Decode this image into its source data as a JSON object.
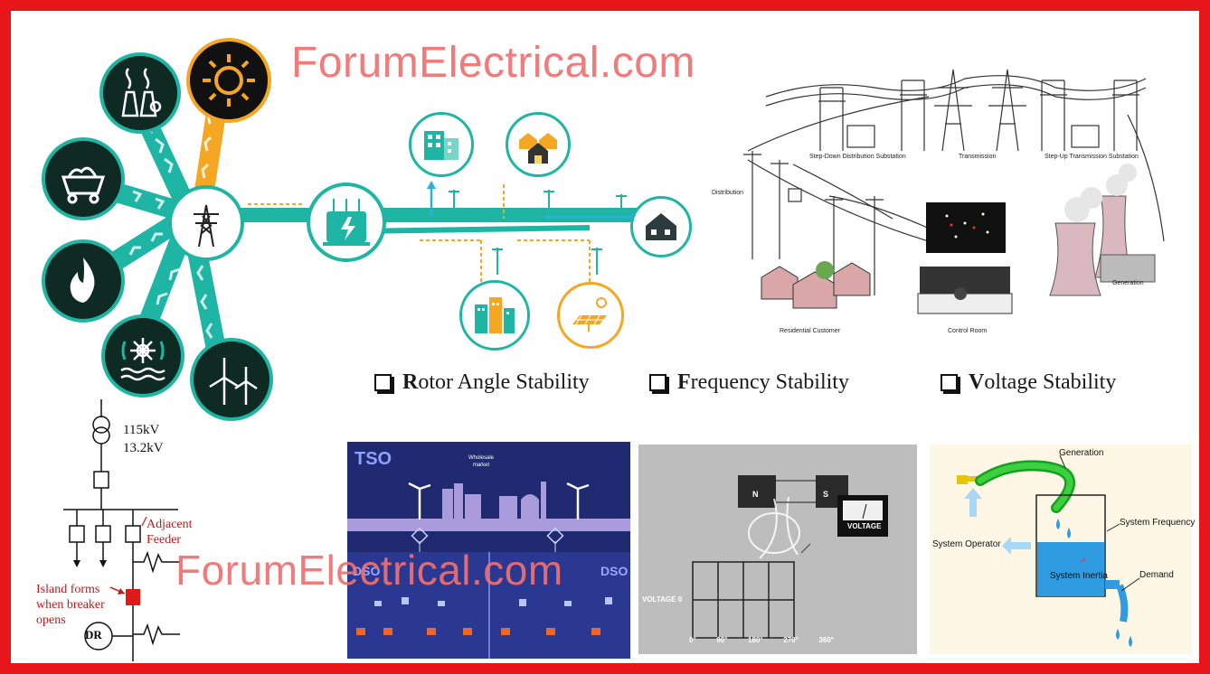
{
  "watermark_top": "ForumElectrical.com",
  "watermark_bottom": "ForumElectrical.com",
  "stability": {
    "rotor": {
      "first": "R",
      "rest": "otor Angle Stability"
    },
    "frequency": {
      "first": "F",
      "rest": "requency Stability"
    },
    "voltage": {
      "first": "V",
      "rest": "oltage Stability"
    }
  },
  "grid_illustration": {
    "stepdown": "Step-Down Distribution Substation",
    "transmission": "Transmission",
    "stepup": "Step-Up Transmission Substation",
    "distribution": "Distribution",
    "residential": "Residential Customer",
    "control_room": "Control Room",
    "generation": "Generation"
  },
  "single_line": {
    "v_high": "115kV",
    "v_low": "13.2kV",
    "adjacent": "Adjacent",
    "feeder": "Feeder",
    "island_1": "Island forms",
    "island_2": "when breaker",
    "island_3": "opens",
    "dr": "DR"
  },
  "tso_dso": {
    "tso": "TSO",
    "market_1": "Wholesale",
    "market_2": "market",
    "dso_left": "DSO",
    "dso_right": "DSO"
  },
  "generator_demo": {
    "n": "N",
    "s": "S",
    "meter": "VOLTAGE",
    "axis_label": "VOLTAGE 0",
    "ticks": [
      "0°",
      "90°",
      "180°",
      "270°",
      "360°"
    ]
  },
  "water_analogy": {
    "generation": "Generation",
    "system_frequency": "System Frequency",
    "system_operator": "System Operator",
    "system_inertia": "System Inertia",
    "demand": "Demand"
  },
  "colors": {
    "frame_red": "#e8161b",
    "teal": "#1fb5a4",
    "dark_circle": "#0e2a22",
    "orange": "#f5a623",
    "navy": "#1e2a6e",
    "water_blue": "#2f9be0"
  }
}
